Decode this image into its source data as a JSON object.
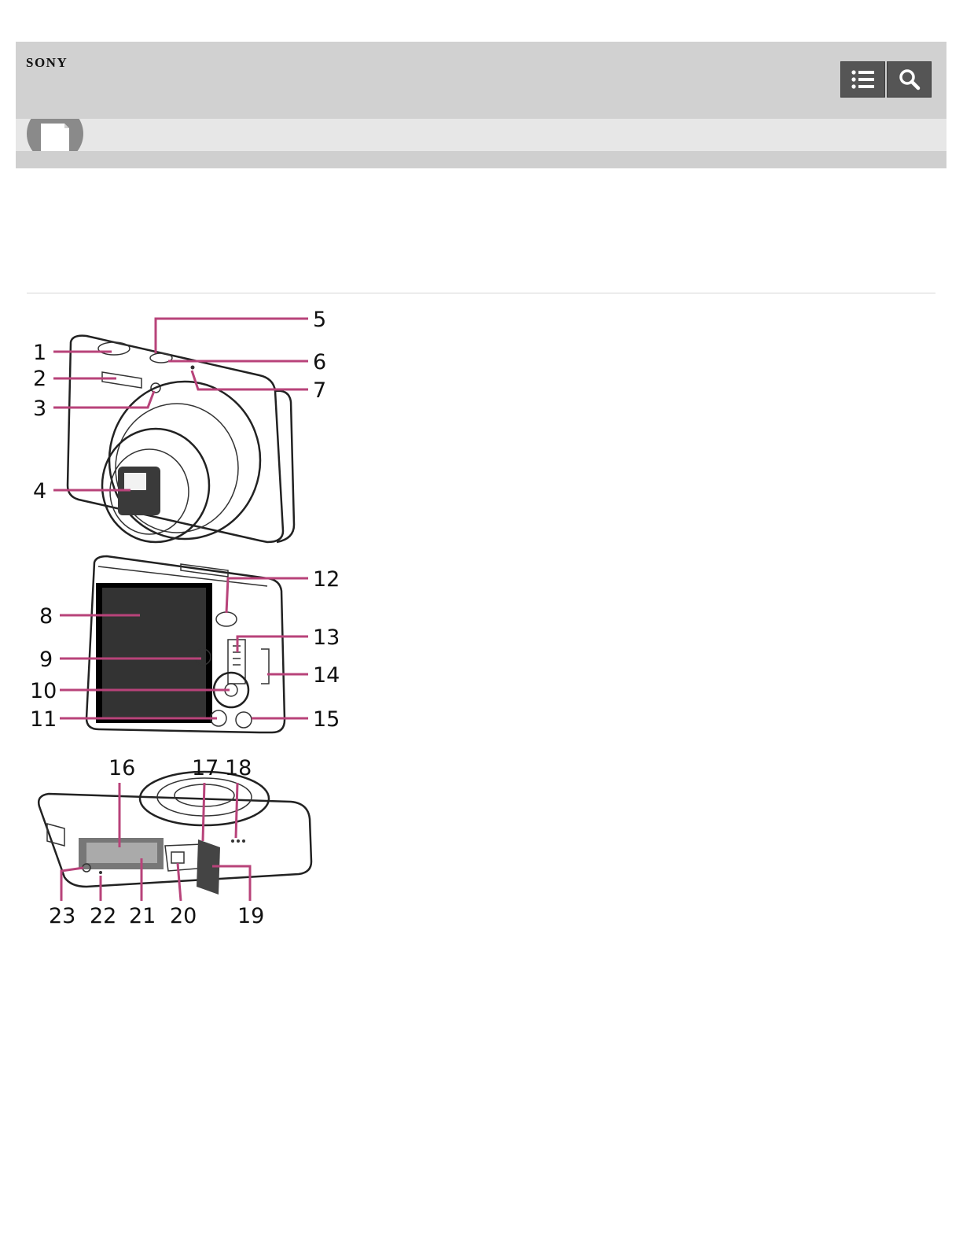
{
  "header": {
    "brand": "SONY",
    "toc_icon": "list-icon",
    "search_icon": "search-icon"
  },
  "subbar": {
    "icon": "book-icon"
  },
  "colors": {
    "header_bg": "#d1d1d1",
    "button_bg": "#555555",
    "leader_line": "#b8437a"
  },
  "callouts": {
    "front": [
      "1",
      "2",
      "3",
      "4",
      "5",
      "6",
      "7"
    ],
    "back": [
      "8",
      "9",
      "10",
      "11",
      "12",
      "13",
      "14",
      "15"
    ],
    "bottom": [
      "16",
      "17",
      "18",
      "19",
      "20",
      "21",
      "22",
      "23"
    ]
  }
}
